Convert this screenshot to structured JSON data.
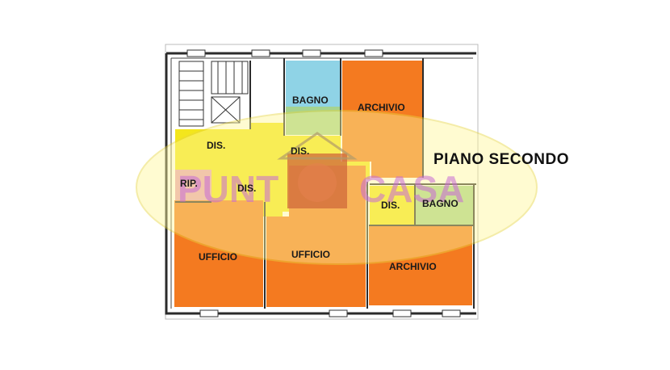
{
  "floor_title": "PIANO SECONDO",
  "watermark": {
    "left_text": "PUNT",
    "right_text": "CASA"
  },
  "rooms": {
    "bagno_top": "BAGNO",
    "archivio_top": "ARCHIVIO",
    "dis_left": "DIS.",
    "dis_center": "DIS.",
    "rip": "RIP.",
    "dis_lower": "DIS.",
    "dis_right": "DIS.",
    "bagno_right": "BAGNO",
    "ufficio_left": "UFFICIO",
    "ufficio_center": "UFFICIO",
    "archivio_bottom": "ARCHIVIO"
  },
  "colors": {
    "orange": "#f47a20",
    "yellow": "#f3e61c",
    "blue": "#8fd3e6",
    "green": "#a6d38f",
    "pink": "#e9a1b8",
    "watermark_ellipse": "#fff79a"
  }
}
